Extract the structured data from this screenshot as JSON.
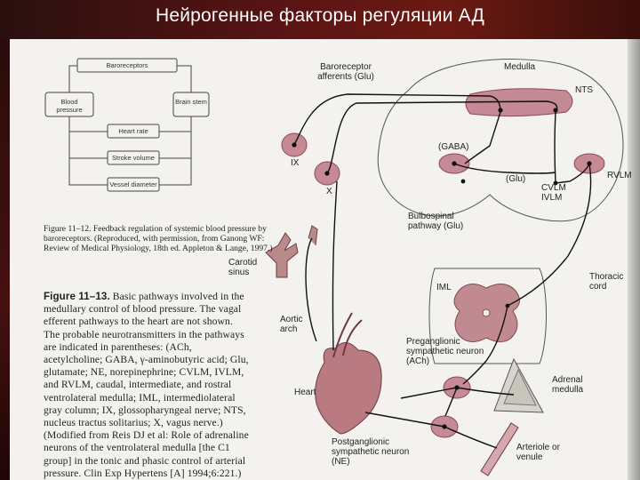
{
  "slide": {
    "title": "Нейрогенные факторы регуляции АД"
  },
  "flowchart": {
    "boxes": [
      "Baroreceptors",
      "Blood pressure",
      "Brain stem",
      "Heart rate",
      "Stroke volume",
      "Vessel diameter"
    ]
  },
  "figure_11_12": {
    "caption": "Figure 11–12. Feedback regulation of systemic blood pressure by baroreceptors. (Reproduced, with permission, from Ganong WF: Review of Medical Physiology, 18th ed. Appleton & Lange, 1997.)"
  },
  "figure_11_13": {
    "label": "Figure 11–13.",
    "text": "Basic pathways involved in the medullary control of blood pressure. The vagal efferent pathways to the heart are not shown. The probable neurotransmitters in the pathways are indicated in parentheses: (ACh, acetylcholine; GABA, γ-aminobutyric acid; Glu, glutamate; NE, norepinephrine; CVLM, IVLM, and RVLM, caudal, intermediate, and rostral ventrolateral medulla; IML, intermediolateral gray column; IX, glossopharyngeal nerve; NTS, nucleus tractus solitarius; X, vagus nerve.) (Modified from Reis DJ et al: Role of adrenaline neurons of the ventrolateral medulla [the C1 group] in the tonic and phasic control of arterial pressure. Clin Exp Hypertens [A] 1994;6:221.)"
  },
  "diagram": {
    "baroreceptor_afferents": "Baroreceptor afferents (Glu)",
    "medulla": "Medulla",
    "nts": "NTS",
    "gaba": "(GABA)",
    "glu": "(Glu)",
    "cvlm": "CVLM",
    "ivlm": "IVLM",
    "rvlm": "RVLM",
    "ix": "IX",
    "x": "X",
    "bulbospinal": "Bulbospinal pathway (Glu)",
    "carotid_sinus": "Carotid sinus",
    "aortic_arch": "Aortic arch",
    "iml": "IML",
    "thoracic_cord": "Thoracic cord",
    "preganglionic": "Preganglionic sympathetic neuron (ACh)",
    "adrenal_medulla": "Adrenal medulla",
    "heart": "Heart",
    "postganglionic": "Postganglionic sympathetic neuron (NE)",
    "arteriole": "Arteriole or venule"
  }
}
